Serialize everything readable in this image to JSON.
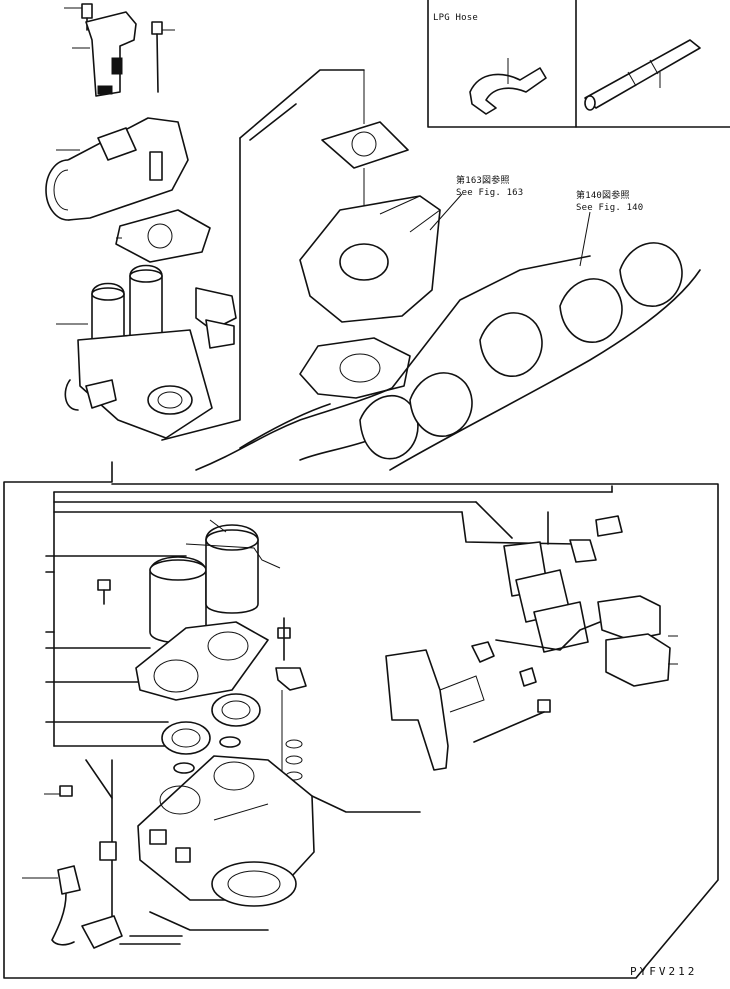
{
  "inset": {
    "lpg_hose_label": "LPG Hose"
  },
  "references": {
    "fig163_jp": "第163図参照",
    "fig163_en": "See Fig. 163",
    "fig140_jp": "第140図参照",
    "fig140_en": "See Fig. 140"
  },
  "footer": {
    "drawing_code": "PYFV212"
  },
  "style": {
    "line_color": "#111111",
    "background": "#ffffff"
  }
}
